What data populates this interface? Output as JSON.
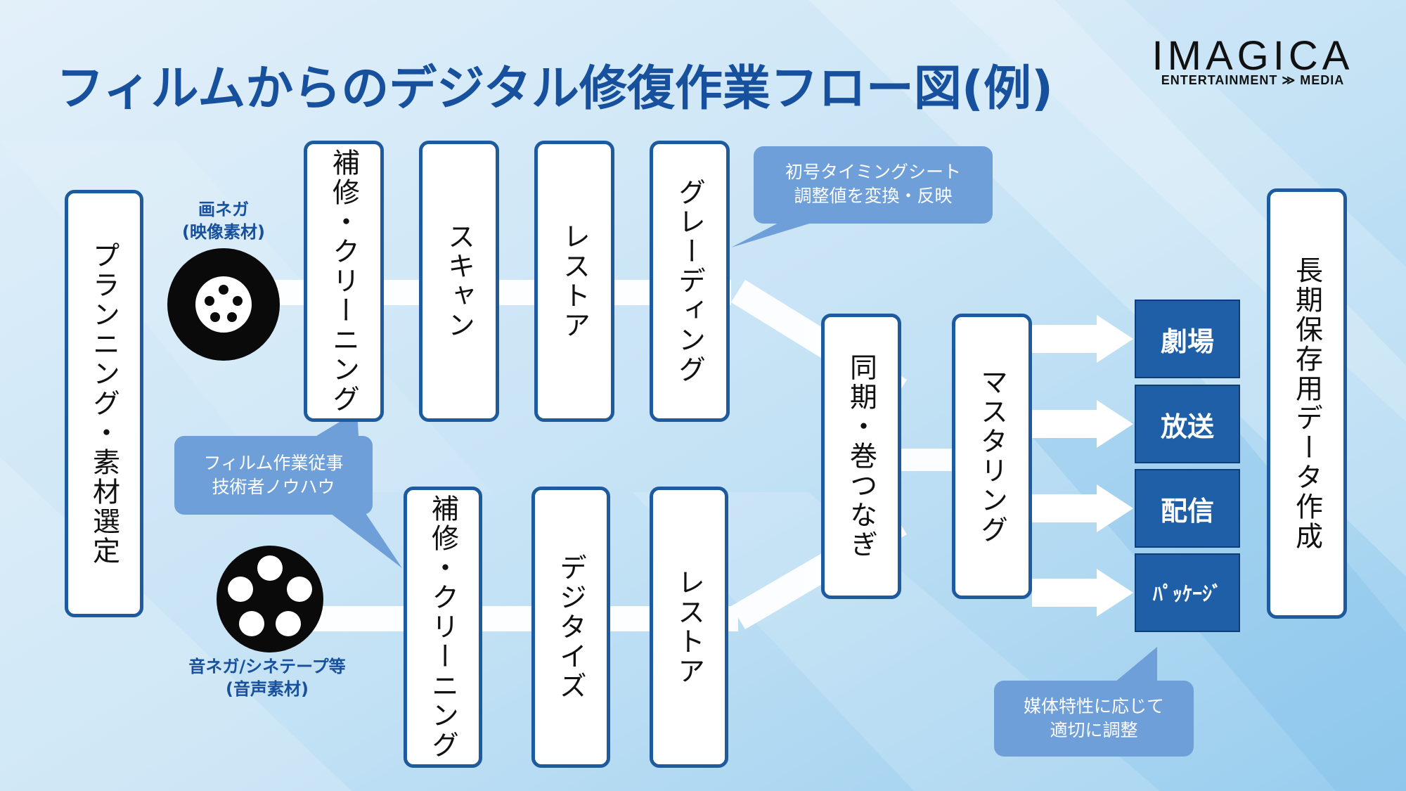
{
  "title": "フィルムからのデジタル修復作業フロー図(例)",
  "logo": {
    "main": "IMAGICA",
    "sub": "ENTERTAINMENT ≫ MEDIA"
  },
  "planning_box": "プランニング・素材選定",
  "image_material_label": [
    "画ネガ",
    "(映像素材)"
  ],
  "audio_material_label": [
    "音ネガ/シネテープ等",
    "(音声素材)"
  ],
  "image_steps": [
    "補修・クリーニング",
    "スキャン",
    "レストア",
    "グレーディング"
  ],
  "audio_steps": [
    "補修・クリーニング",
    "デジタイズ",
    "レストア"
  ],
  "sync_box": "同期・巻つなぎ",
  "mastering_box": "マスタリング",
  "destinations": [
    "劇場",
    "放送",
    "配信",
    "ﾊﾟｯｹｰｼﾞ"
  ],
  "archive_box": "長期保存用データ作成",
  "callouts": {
    "grading_note": [
      "初号タイミングシート",
      "調整値を変換・反映"
    ],
    "cleaning_note": [
      "フィルム作業従事",
      "技術者ノウハウ"
    ],
    "delivery_note": [
      "媒体特性に応じて",
      "適切に調整"
    ]
  },
  "colors": {
    "title": "#17509c",
    "box_border": "#1d5a9e",
    "destination_fill": "#1e5fa8",
    "callout_fill": "#6e9fd8",
    "background_light": "#dcecf8",
    "background_dark": "#a9d4ef"
  }
}
